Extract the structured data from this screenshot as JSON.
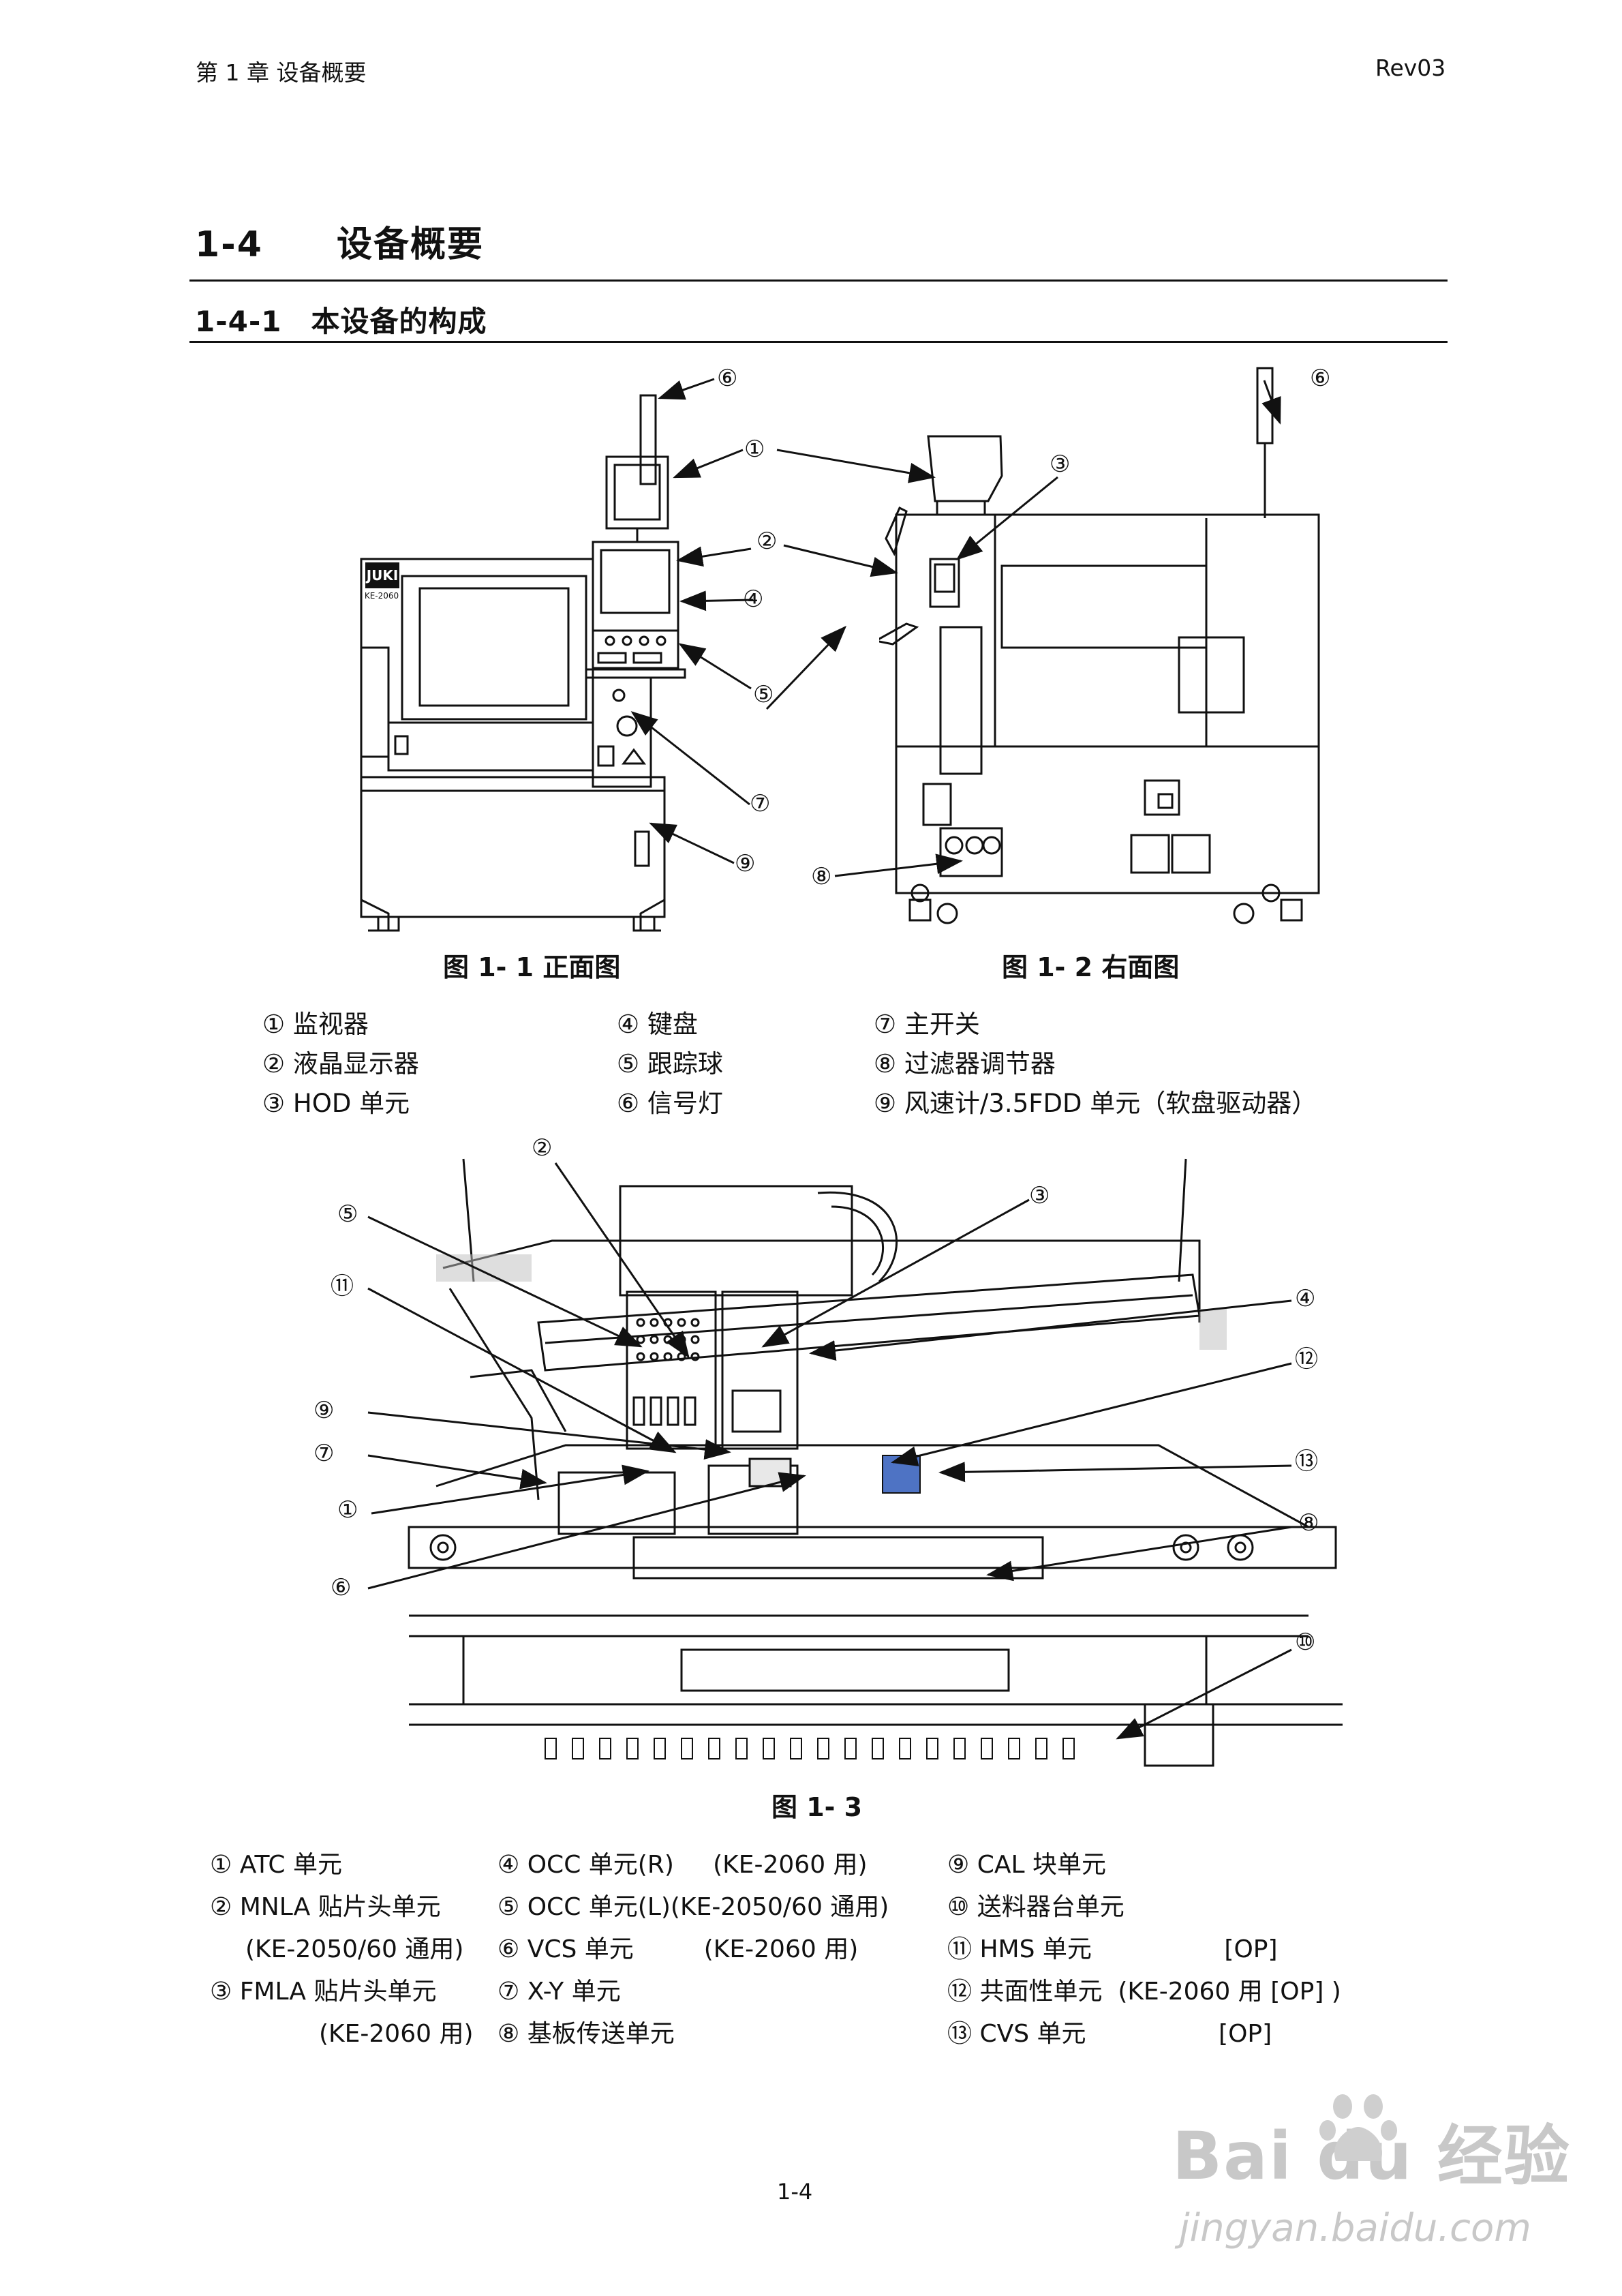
{
  "header": {
    "chapter": "第 1 章 设备概要",
    "rev": "Rev03"
  },
  "section": {
    "title": "1-4　　设备概要",
    "subtitle": "1-4-1　本设备的构成"
  },
  "markers": [
    "①",
    "②",
    "③",
    "④",
    "⑤",
    "⑥",
    "⑦",
    "⑧",
    "⑨",
    "⑩",
    "⑪",
    "⑫",
    "⑬"
  ],
  "machine_label": {
    "brand": "JUKI",
    "model": "KE-2060"
  },
  "figures": {
    "fig1": "图 1- 1 正面图",
    "fig2": "图 1- 2 右面图",
    "fig3": "图 1- 3"
  },
  "legend1": [
    [
      "① 监视器",
      "④ 键盘",
      "⑦ 主开关"
    ],
    [
      "② 液晶显示器",
      "⑤ 跟踪球",
      "⑧ 过滤器调节器"
    ],
    [
      "③ HOD 单元",
      "⑥ 信号灯",
      "⑨ 风速计/3.5FDD 单元（软盘驱动器）"
    ]
  ],
  "legend2": {
    "col1": [
      "① ATC 单元",
      "② MNLA 贴片头单元",
      "(KE-2050/60 通用)",
      "③ FMLA 贴片头单元",
      "(KE-2060 用)"
    ],
    "col2": [
      "④ OCC 单元(R)     (KE-2060 用)",
      "⑤ OCC 单元(L)(KE-2050/60 通用)",
      "⑥ VCS 单元         (KE-2060 用)",
      "⑦ X-Y 单元",
      "⑧ 基板传送单元"
    ],
    "col3": [
      "⑨ CAL 块单元",
      "⑩ 送料器台单元",
      "⑪ HMS 单元                 [OP]",
      "⑫ 共面性单元  (KE-2060 用 [OP] )",
      "⑬ CVS 单元                 [OP]"
    ]
  },
  "page_number": "1-4",
  "watermark": {
    "logo": "Bai du 经验",
    "url": "jingyan.baidu.com"
  }
}
